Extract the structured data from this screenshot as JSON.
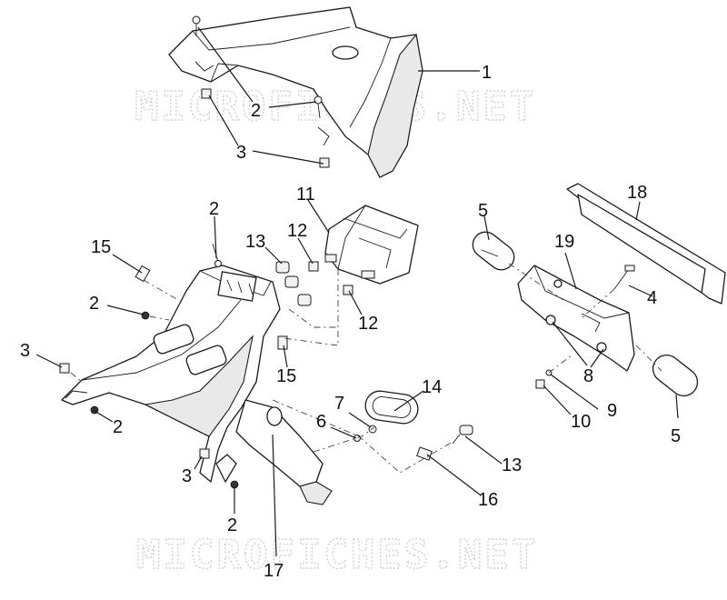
{
  "watermark": {
    "text": "MICROFICHES.NET",
    "color": "#cfcfcf"
  },
  "callouts": {
    "c1": "1",
    "c2a": "2",
    "c3a": "3",
    "c11": "11",
    "c2b": "2",
    "c15a": "15",
    "c13a": "13",
    "c12a": "12",
    "c2c": "2",
    "c12b": "12",
    "c3b": "3",
    "c15b": "15",
    "c2d": "2",
    "c7": "7",
    "c14": "14",
    "c6": "6",
    "c3c": "3",
    "c13b": "13",
    "c16": "16",
    "c2e": "2",
    "c17": "17",
    "c5a": "5",
    "c18": "18",
    "c19": "19",
    "c4": "4",
    "c8": "8",
    "c9": "9",
    "c10": "10",
    "c5b": "5"
  }
}
